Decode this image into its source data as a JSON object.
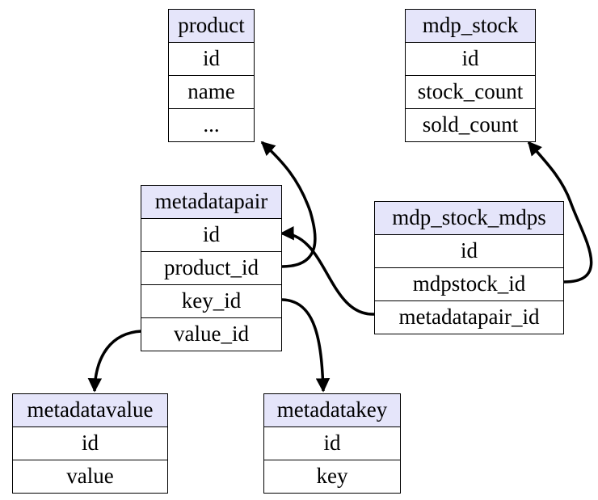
{
  "tables": {
    "product": {
      "title": "product",
      "fields": [
        "id",
        "name",
        "..."
      ]
    },
    "mdp_stock": {
      "title": "mdp_stock",
      "fields": [
        "id",
        "stock_count",
        "sold_count"
      ]
    },
    "metadatapair": {
      "title": "metadatapair",
      "fields": [
        "id",
        "product_id",
        "key_id",
        "value_id"
      ]
    },
    "mdp_stock_mdps": {
      "title": "mdp_stock_mdps",
      "fields": [
        "id",
        "mdpstock_id",
        "metadatapair_id"
      ]
    },
    "metadatavalue": {
      "title": "metadatavalue",
      "fields": [
        "id",
        "value"
      ]
    },
    "metadatakey": {
      "title": "metadatakey",
      "fields": [
        "id",
        "key"
      ]
    }
  },
  "relations": [
    {
      "from": "metadatapair.product_id",
      "to": "product"
    },
    {
      "from": "metadatapair.value_id",
      "to": "metadatavalue"
    },
    {
      "from": "metadatapair.key_id",
      "to": "metadatakey"
    },
    {
      "from": "mdp_stock_mdps.metadatapair_id",
      "to": "metadatapair.id"
    },
    {
      "from": "mdp_stock_mdps.mdpstock_id",
      "to": "mdp_stock"
    }
  ]
}
